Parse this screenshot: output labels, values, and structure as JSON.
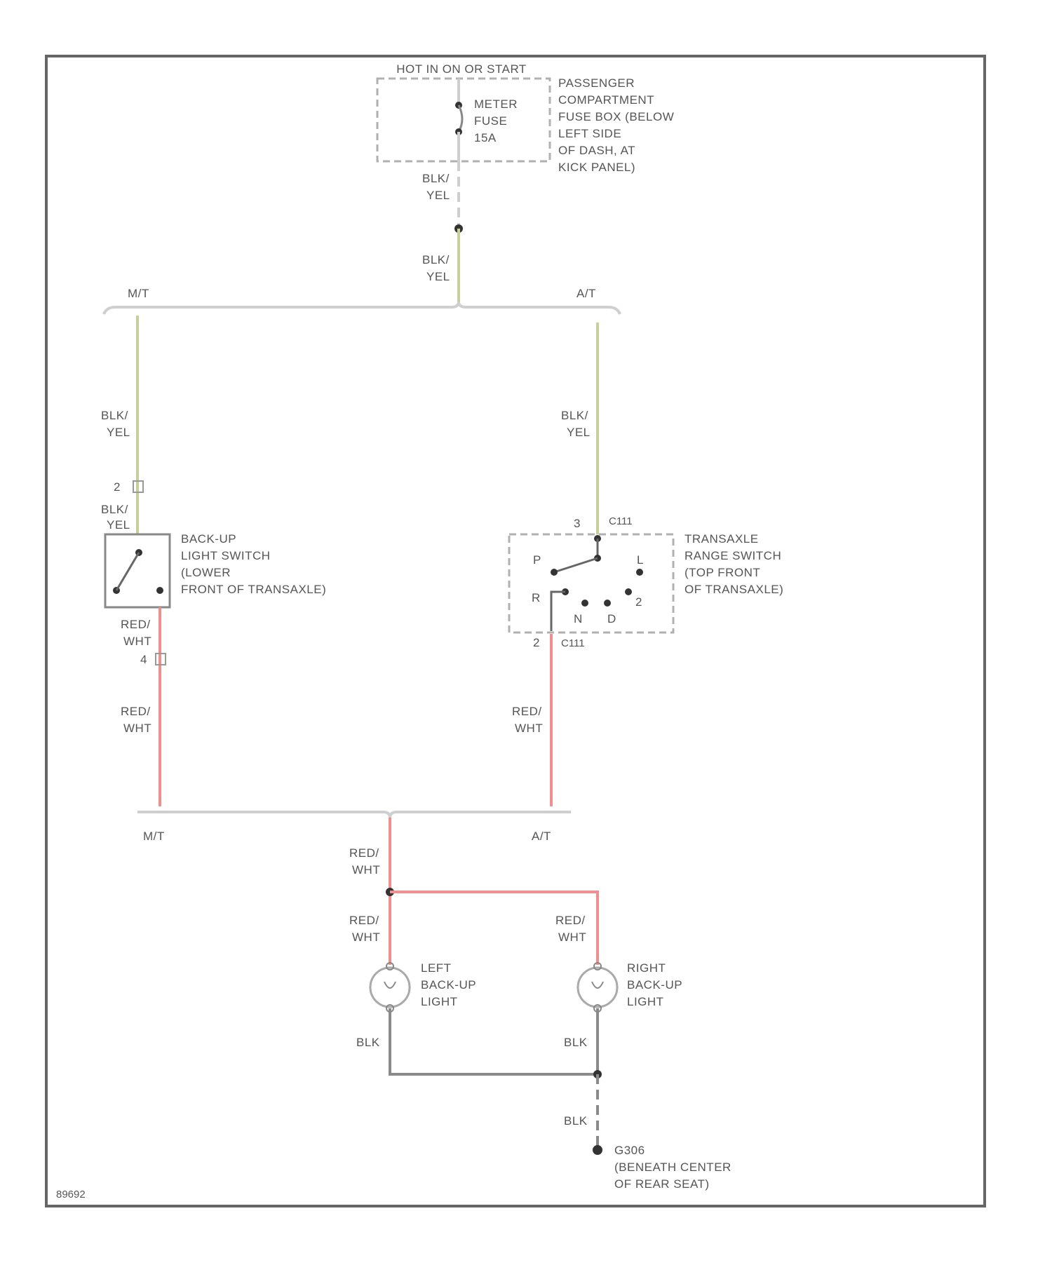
{
  "power_source": "HOT IN ON OR START",
  "fuse_box": {
    "fuse": [
      "METER",
      "FUSE",
      "15A"
    ],
    "location": [
      "PASSENGER",
      "COMPARTMENT",
      "FUSE BOX (BELOW",
      "LEFT SIDE",
      "OF DASH, AT",
      "KICK PANEL)"
    ]
  },
  "wire_blk_yel": [
    "BLK/",
    "YEL"
  ],
  "wire_red_wht": [
    "RED/",
    "WHT"
  ],
  "wire_blk": "BLK",
  "split_upper": {
    "left": "M/T",
    "right": "A/T"
  },
  "split_lower": {
    "left": "M/T",
    "right": "A/T"
  },
  "backup_switch": {
    "label": [
      "BACK-UP",
      "LIGHT SWITCH",
      "(LOWER",
      "FRONT OF TRANSAXLE)"
    ],
    "pin_in": "2",
    "pin_out": "4"
  },
  "range_switch": {
    "label": [
      "TRANSAXLE",
      "RANGE SWITCH",
      "(TOP FRONT",
      "OF TRANSAXLE)"
    ],
    "pin_in": "3",
    "connector_in": "C111",
    "pin_out": "2",
    "connector_out": "C111",
    "positions": [
      "P",
      "R",
      "N",
      "D",
      "2",
      "L"
    ]
  },
  "left_light": [
    "LEFT",
    "BACK-UP",
    "LIGHT"
  ],
  "right_light": [
    "RIGHT",
    "BACK-UP",
    "LIGHT"
  ],
  "ground": {
    "id": "G306",
    "location": [
      "(BENEATH CENTER",
      "OF REAR SEAT)"
    ]
  },
  "diagram_id": "89692"
}
